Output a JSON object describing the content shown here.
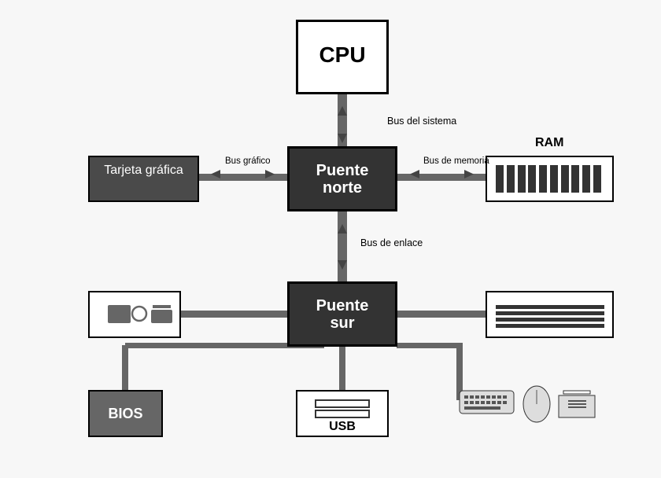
{
  "nodes": {
    "cpu": "CPU",
    "northbridge_line1": "Puente",
    "northbridge_line2": "norte",
    "southbridge_line1": "Puente",
    "southbridge_line2": "sur",
    "graphics_card": "Tarjeta gráfica",
    "ram": "RAM",
    "bios": "BIOS",
    "usb": "USB"
  },
  "buses": {
    "system": "Bus del sistema",
    "graphics": "Bus gráfico",
    "memory": "Bus de memoria",
    "link": "Bus de enlace"
  },
  "icons": {
    "expansion_devices": "ports-icon",
    "storage": "drive-bays-icon",
    "peripherals": "keyboard-mouse-printer-icon"
  },
  "colors": {
    "bus": "#666666",
    "chip_fill": "#333333",
    "card_fill": "#4a4a4a",
    "bios_fill": "#666666"
  }
}
